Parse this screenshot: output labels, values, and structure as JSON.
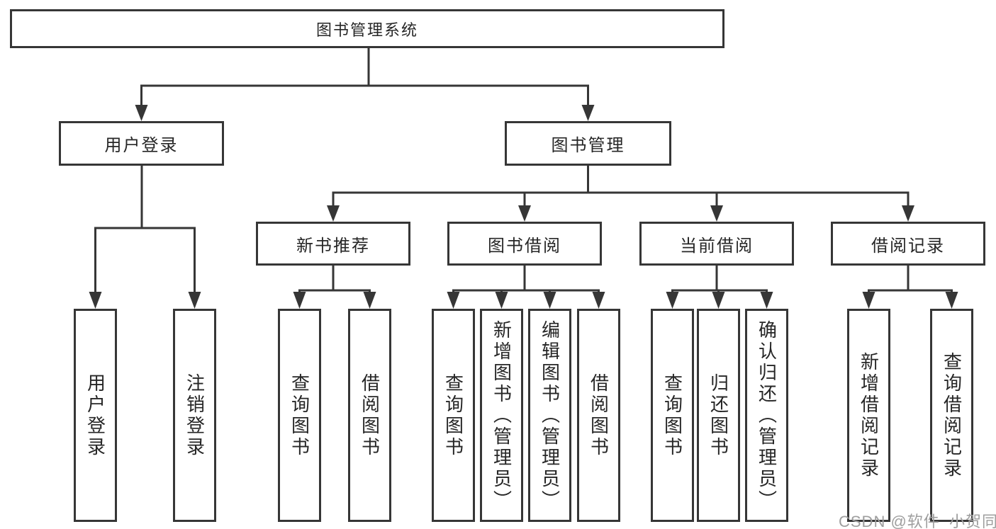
{
  "diagram": {
    "root": {
      "label": "图书管理系统",
      "children": [
        {
          "label": "用户登录",
          "leaves": [
            "用户登录",
            "注销登录"
          ]
        },
        {
          "label": "图书管理",
          "children": [
            {
              "label": "新书推荐",
              "leaves": [
                "查询图书",
                "借阅图书"
              ]
            },
            {
              "label": "图书借阅",
              "leaves": [
                "查询图书",
                "新增图书（管理员）",
                "编辑图书（管理员）",
                "借阅图书"
              ]
            },
            {
              "label": "当前借阅",
              "leaves": [
                "查询图书",
                "归还图书",
                "确认归还（管理员）"
              ]
            },
            {
              "label": "借阅记录",
              "leaves": [
                "新增借阅记录",
                "查询借阅记录"
              ]
            }
          ]
        }
      ]
    }
  },
  "watermark": {
    "text": "CSDN @软件_小贺同学"
  },
  "colors": {
    "line": "#363636",
    "box_border": "#363636",
    "text": "#262626",
    "background": "#ffffff",
    "watermark": "#9e9e9e"
  }
}
